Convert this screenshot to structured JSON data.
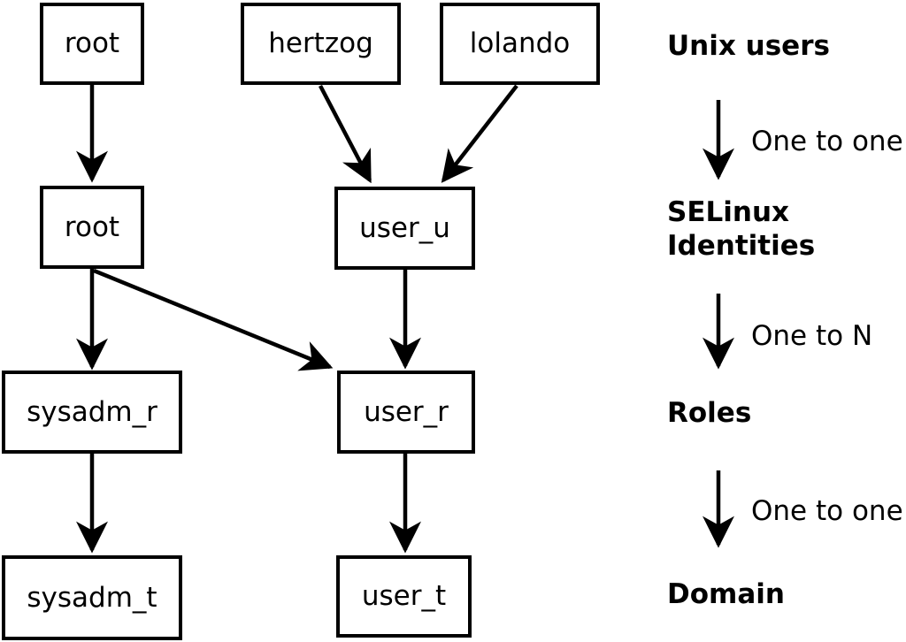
{
  "diagram": {
    "colors": {
      "background": "#ffffff",
      "line": "#000000",
      "box_fill": "#ffffff",
      "text": "#000000"
    },
    "nodes": {
      "unix_root": {
        "label": "root"
      },
      "unix_hertzog": {
        "label": "hertzog"
      },
      "unix_lolando": {
        "label": "lolando"
      },
      "selinux_root": {
        "label": "root"
      },
      "selinux_user_u": {
        "label": "user_u"
      },
      "role_sysadm_r": {
        "label": "sysadm_r"
      },
      "role_user_r": {
        "label": "user_r"
      },
      "domain_sysadm_t": {
        "label": "sysadm_t"
      },
      "domain_user_t": {
        "label": "user_t"
      }
    },
    "legend": {
      "unix_users": "Unix users",
      "one_to_one_first": "One to one",
      "selinux_identities": "SELinux\nIdentities",
      "one_to_n": "One to N",
      "roles": "Roles",
      "one_to_one_second": "One to one",
      "domain": "Domain"
    }
  }
}
